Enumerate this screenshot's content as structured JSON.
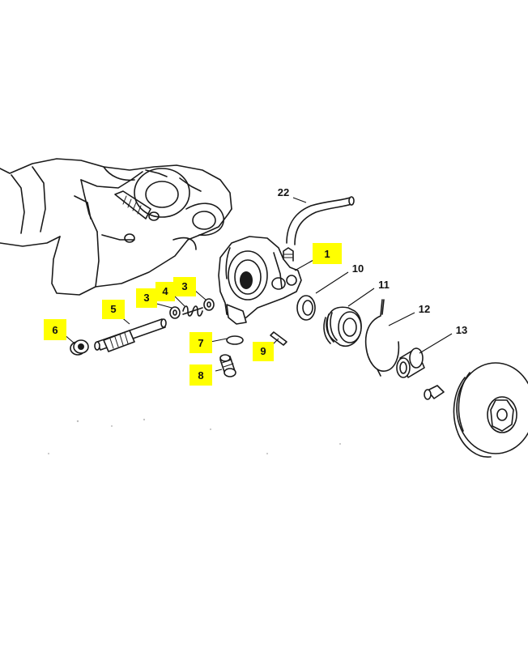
{
  "diagram": {
    "highlight_color": "#ffff00",
    "line_color": "#1a1a1a",
    "callouts": [
      {
        "id": "c1",
        "text": "1",
        "highlighted": true
      },
      {
        "id": "c3a",
        "text": "3",
        "highlighted": true
      },
      {
        "id": "c3b",
        "text": "3",
        "highlighted": true
      },
      {
        "id": "c4",
        "text": "4",
        "highlighted": true
      },
      {
        "id": "c5",
        "text": "5",
        "highlighted": true
      },
      {
        "id": "c6",
        "text": "6",
        "highlighted": true
      },
      {
        "id": "c7",
        "text": "7",
        "highlighted": true
      },
      {
        "id": "c8",
        "text": "8",
        "highlighted": true
      },
      {
        "id": "c9",
        "text": "9",
        "highlighted": true
      },
      {
        "id": "c10",
        "text": "10",
        "highlighted": false
      },
      {
        "id": "c11",
        "text": "11",
        "highlighted": false
      },
      {
        "id": "c12",
        "text": "12",
        "highlighted": false
      },
      {
        "id": "c13",
        "text": "13",
        "highlighted": false
      },
      {
        "id": "c22",
        "text": "22",
        "highlighted": false
      }
    ]
  }
}
